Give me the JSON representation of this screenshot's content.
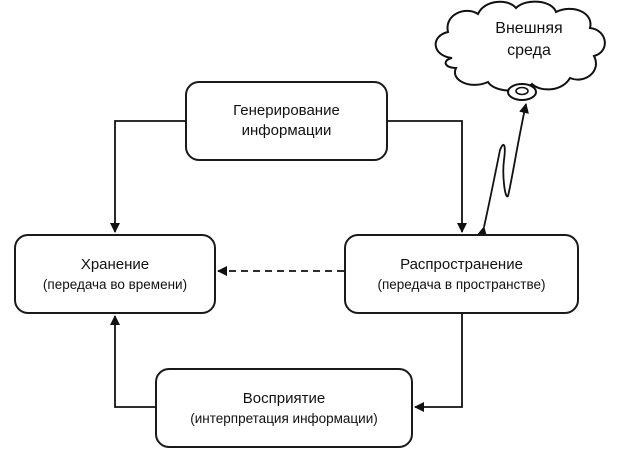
{
  "diagram": {
    "nodes": {
      "generation": {
        "title": "Генерирование",
        "subtitle": "информации"
      },
      "storage": {
        "title": "Хранение",
        "subtitle": "(передача во времени)"
      },
      "distribution": {
        "title": "Распространение",
        "subtitle": "(передача в пространстве)"
      },
      "perception": {
        "title": "Восприятие",
        "subtitle": "(интерпретация информации)"
      },
      "environment": {
        "line1": "Внешняя",
        "line2": "среда"
      }
    },
    "edges": [
      {
        "from": "generation",
        "to": "storage",
        "style": "solid"
      },
      {
        "from": "generation",
        "to": "distribution",
        "style": "solid"
      },
      {
        "from": "distribution",
        "to": "storage",
        "style": "dashed"
      },
      {
        "from": "distribution",
        "to": "perception",
        "style": "solid"
      },
      {
        "from": "perception",
        "to": "storage",
        "style": "solid"
      },
      {
        "from": "environment",
        "to": "distribution",
        "style": "zigzag-bidirectional"
      }
    ]
  }
}
